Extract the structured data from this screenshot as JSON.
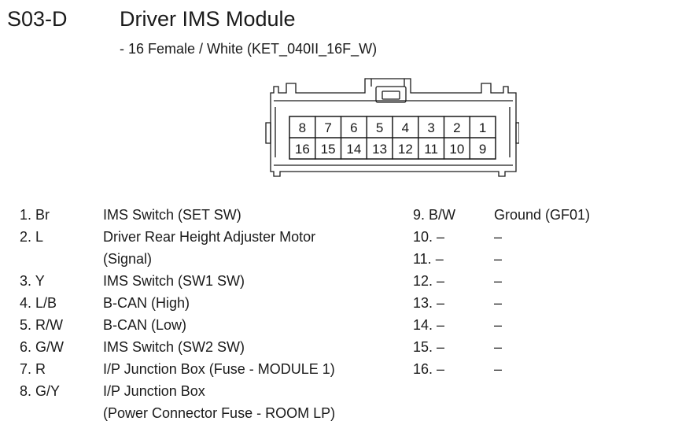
{
  "header": {
    "code": "S03-D",
    "title": "Driver IMS Module",
    "subtitle": "- 16 Female / White (KET_040II_16F_W)"
  },
  "connector": {
    "top_row": [
      "8",
      "7",
      "6",
      "5",
      "4",
      "3",
      "2",
      "1"
    ],
    "bottom_row": [
      "16",
      "15",
      "14",
      "13",
      "12",
      "11",
      "10",
      "9"
    ]
  },
  "pins_left": [
    {
      "label": "1. Br",
      "desc": "IMS Switch (SET SW)"
    },
    {
      "label": "2. L",
      "desc": "Driver Rear Height Adjuster Motor"
    },
    {
      "label": "",
      "desc": "(Signal)"
    },
    {
      "label": "3. Y",
      "desc": "IMS Switch (SW1 SW)"
    },
    {
      "label": "4. L/B",
      "desc": "B-CAN (High)"
    },
    {
      "label": "5. R/W",
      "desc": "B-CAN (Low)"
    },
    {
      "label": "6. G/W",
      "desc": "IMS Switch (SW2 SW)"
    },
    {
      "label": "7. R",
      "desc": "I/P Junction Box (Fuse - MODULE 1)"
    },
    {
      "label": "8. G/Y",
      "desc": "I/P Junction Box"
    },
    {
      "label": "",
      "desc": "(Power Connector Fuse - ROOM LP)"
    }
  ],
  "pins_right": [
    {
      "label": "9. B/W",
      "desc": "Ground (GF01)"
    },
    {
      "label": "10. –",
      "desc": "–"
    },
    {
      "label": "11. –",
      "desc": "–"
    },
    {
      "label": "12. –",
      "desc": "–"
    },
    {
      "label": "13. –",
      "desc": "–"
    },
    {
      "label": "14. –",
      "desc": "–"
    },
    {
      "label": "15. –",
      "desc": "–"
    },
    {
      "label": "16. –",
      "desc": "–"
    }
  ]
}
